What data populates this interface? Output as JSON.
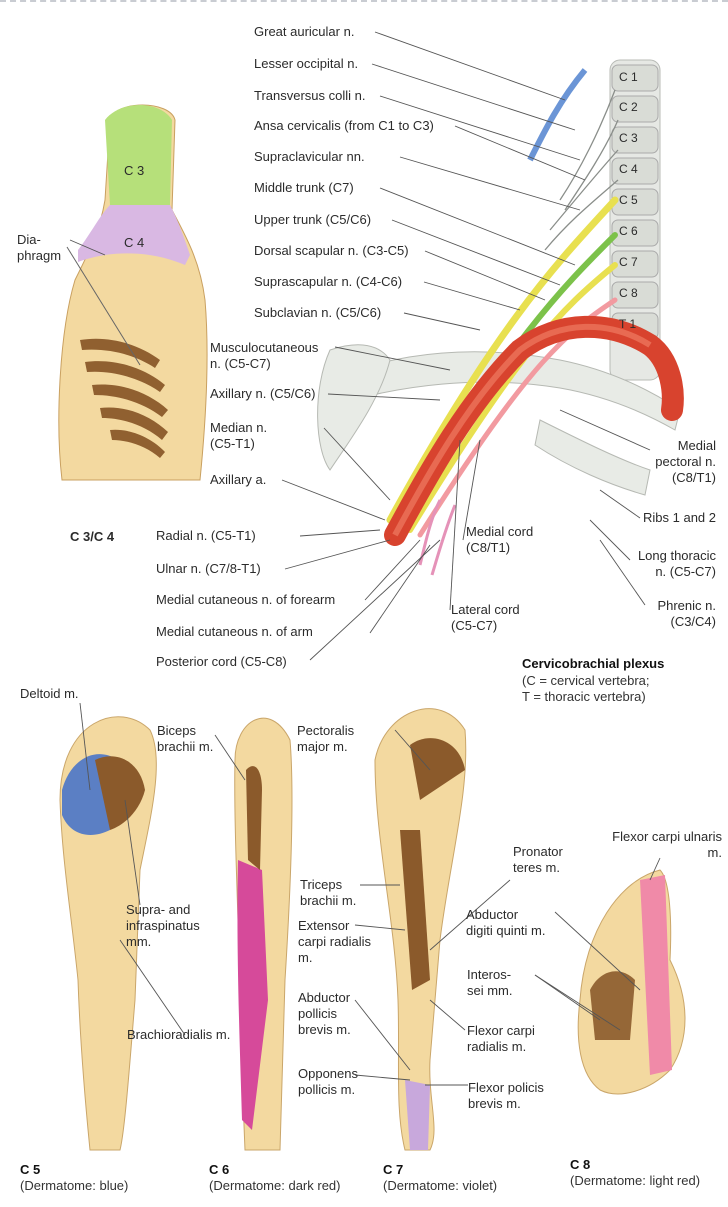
{
  "top_figure": {
    "title": "Cervicobrachial plexus",
    "legend": [
      "(C = cervical vertebra;",
      "T = thoracic vertebra)"
    ],
    "vertebrae": [
      "C 1",
      "C 2",
      "C 3",
      "C 4",
      "C 5",
      "C 6",
      "C 7",
      "C 8",
      "T 1"
    ],
    "labels_left": [
      "Great auricular n.",
      "Lesser occipital n.",
      "Transversus colli n.",
      "Ansa cervicalis (from C1 to C3)",
      "Supraclavicular nn.",
      "Middle trunk (C7)",
      "Upper trunk (C5/C6)",
      "Dorsal scapular n. (C3-C5)",
      "Suprascapular n. (C4-C6)",
      "Subclavian n. (C5/C6)"
    ],
    "musculocutaneous": [
      "Musculocutaneous",
      "n. (C5-C7)"
    ],
    "axillary_n": "Axillary n. (C5/C6)",
    "median_n": [
      "Median n.",
      "(C5-T1)"
    ],
    "axillary_a": "Axillary a.",
    "radial_n": "Radial n. (C5-T1)",
    "ulnar_n": "Ulnar n. (C7/8-T1)",
    "med_cut_forearm": "Medial cutaneous n. of forearm",
    "med_cut_arm": "Medial cutaneous n. of arm",
    "posterior_cord": "Posterior cord (C5-C8)",
    "medial_cord": [
      "Medial cord",
      "(C8/T1)"
    ],
    "lateral_cord": [
      "Lateral cord",
      "(C5-C7)"
    ],
    "medial_pectoral": [
      "Medial",
      "pectoral n.",
      "(C8/T1)"
    ],
    "ribs": "Ribs 1 and 2",
    "long_thoracic": [
      "Long thoracic",
      "n. (C5-C7)"
    ],
    "phrenic": [
      "Phrenic n.",
      "(C3/C4)"
    ]
  },
  "c34_figure": {
    "c3": "C 3",
    "c4": "C 4",
    "diaphragm": [
      "Dia-",
      "phragm"
    ],
    "caption": "C 3/C 4"
  },
  "panels": [
    {
      "code": "C 5",
      "dermatome": "(Dermatome: blue)",
      "labels": {
        "deltoid": "Deltoid m.",
        "supra": [
          "Supra- and",
          "infraspinatus",
          "mm."
        ],
        "brachio": "Brachioradialis m."
      }
    },
    {
      "code": "C 6",
      "dermatome": "(Dermatome: dark red)",
      "labels": {
        "biceps": [
          "Biceps",
          "brachii m."
        ]
      }
    },
    {
      "code": "C 7",
      "dermatome": "(Dermatome: violet)",
      "labels": {
        "pectoralis": [
          "Pectoralis",
          "major m."
        ],
        "triceps": [
          "Triceps",
          "brachii m."
        ],
        "extensor": [
          "Extensor",
          "carpi radialis",
          "m."
        ],
        "abductor_pollicis": [
          "Abductor",
          "pollicis",
          "brevis m."
        ],
        "opponens": [
          "Opponens",
          "pollicis m."
        ],
        "pronator": [
          "Pronator",
          "teres m."
        ],
        "flexor_carpi_rad": [
          "Flexor carpi",
          "radialis m."
        ],
        "flexor_pol": [
          "Flexor policis",
          "brevis m."
        ]
      }
    },
    {
      "code": "C 8",
      "dermatome": "(Dermatome: light red)",
      "labels": {
        "flexor_ulnaris": [
          "Flexor carpi ulnaris",
          "m."
        ],
        "abductor_digiti": [
          "Abductor",
          "digiti quinti m."
        ],
        "interossei": [
          "Interos-",
          "sei mm."
        ]
      }
    }
  ],
  "colors": {
    "skin": "#f3d9a0",
    "muscle": "#8b5a2b",
    "c3": "#b6e07a",
    "c4": "#d9b8e3",
    "blue": "#5b7fc4",
    "darkred": "#d64a9a",
    "violet": "#c8a8dc",
    "lightred": "#f08aa8",
    "artery": "#d8432e",
    "nerve_yellow": "#e8e050",
    "nerve_green": "#7cc24a"
  }
}
